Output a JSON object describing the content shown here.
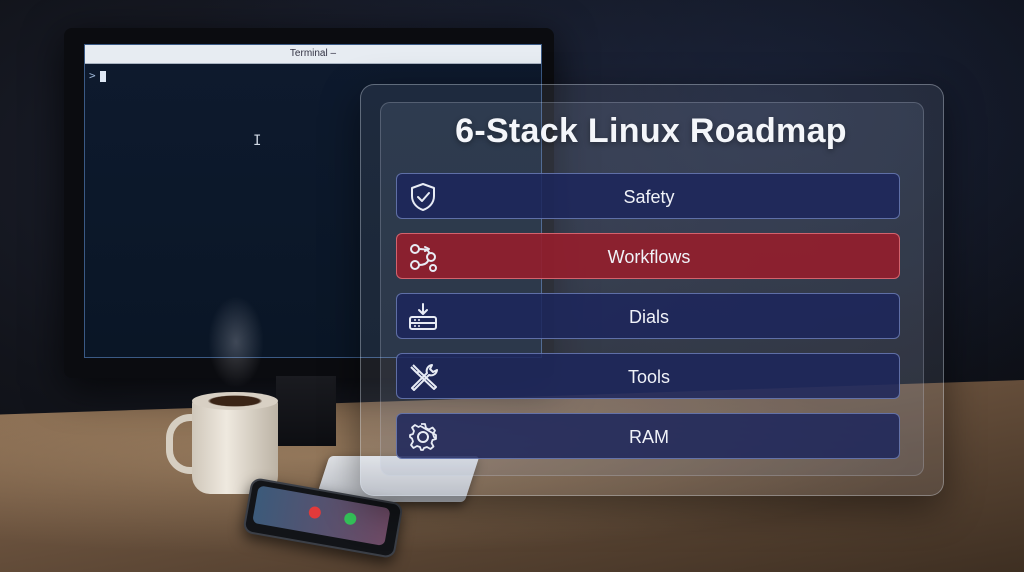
{
  "terminal": {
    "title": "Terminal –",
    "prompt": ">"
  },
  "roadmap": {
    "title": "6-Stack Linux Roadmap",
    "items": [
      {
        "label": "Safety",
        "icon": "shield-check-icon"
      },
      {
        "label": "Workflows",
        "icon": "workflow-icon"
      },
      {
        "label": "Dials",
        "icon": "dial-download-icon"
      },
      {
        "label": "Tools",
        "icon": "tools-icon"
      },
      {
        "label": "RAM",
        "icon": "gear-icon"
      }
    ],
    "active_item": "Workflows"
  },
  "colors": {
    "item_default": "#1c265c",
    "item_active": "#921e2c",
    "text": "#f0f2f8"
  }
}
